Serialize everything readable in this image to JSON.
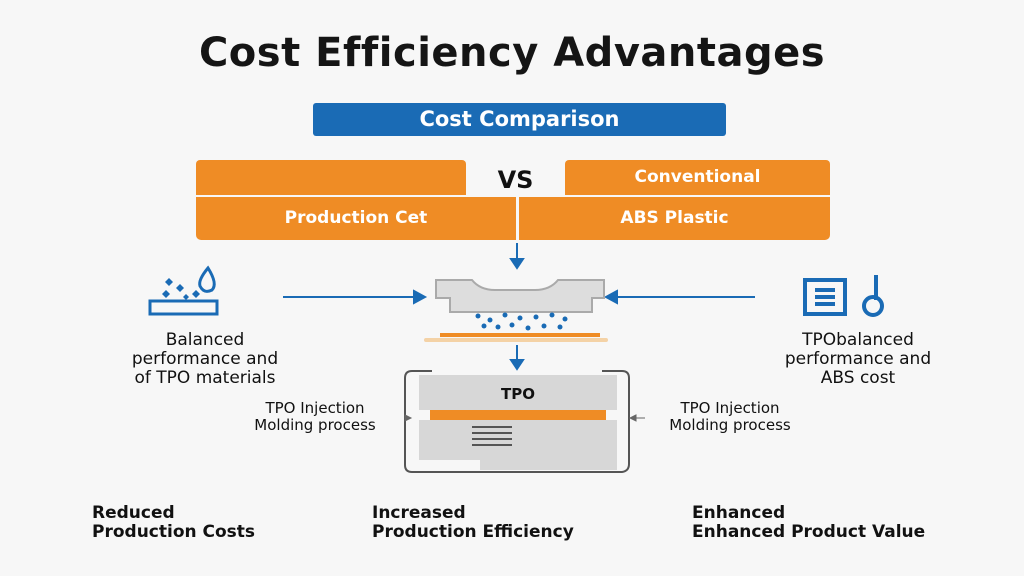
{
  "title": "Cost Efficiency Advantages",
  "comparison_label": "Cost Comparison",
  "vs_label": "VS",
  "left_box": {
    "bottom": "Production Cet"
  },
  "right_box": {
    "top": "Conventional",
    "bottom": "ABS Plastic"
  },
  "left_feature": {
    "icon": "material-drops-icon",
    "lines": [
      "Balanced",
      "performance and",
      "of TPO materials"
    ]
  },
  "right_feature": {
    "icon": "document-key-icon",
    "lines": [
      "TPObalanced",
      "performance and",
      "ABS cost"
    ]
  },
  "mold_label": "TPO",
  "process_left": [
    "TPO Injection",
    "Molding process"
  ],
  "process_right": [
    "TPO Injection",
    "Molding process"
  ],
  "benefits": [
    {
      "l1": "Reduced",
      "l2": "Production Costs"
    },
    {
      "l1": "Increased",
      "l2": "Production Efficiency"
    },
    {
      "l1": "Enhanced",
      "l2": "Enhanced Product Value"
    }
  ],
  "colors": {
    "blue": "#1a6bb5",
    "orange": "#ef8c25"
  }
}
